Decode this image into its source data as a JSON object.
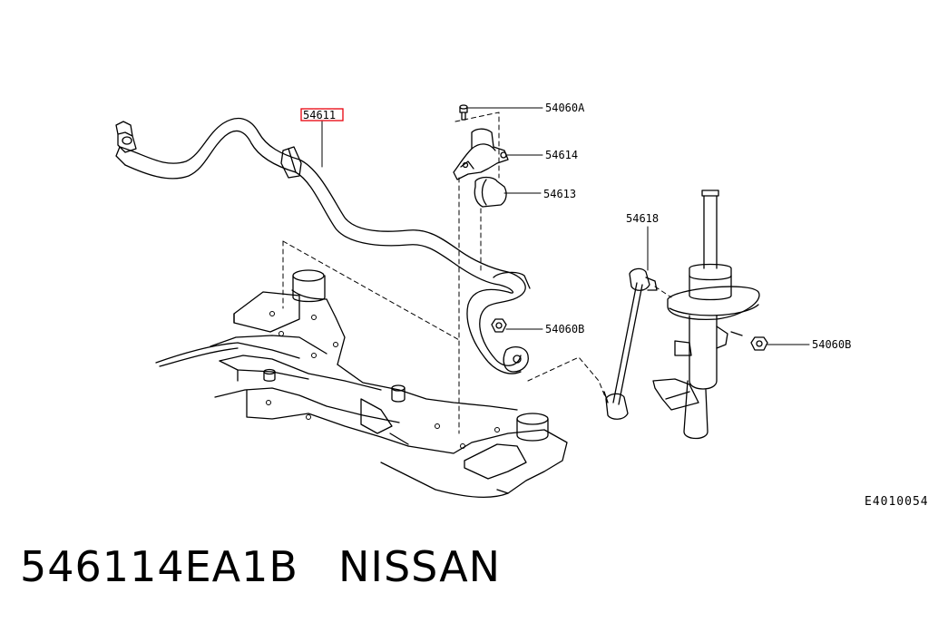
{
  "diagram": {
    "title": "",
    "figure_code": "E4010054",
    "callouts": {
      "stabilizer_bar": "54611",
      "bolt_top": "54060A",
      "bracket": "54614",
      "bushing": "54613",
      "link": "54618",
      "nut_bar": "54060B",
      "nut_strut": "54060B"
    },
    "highlight_color": "#e8000c"
  },
  "caption": {
    "part_number": "546114EA1B",
    "brand": "NISSAN"
  }
}
